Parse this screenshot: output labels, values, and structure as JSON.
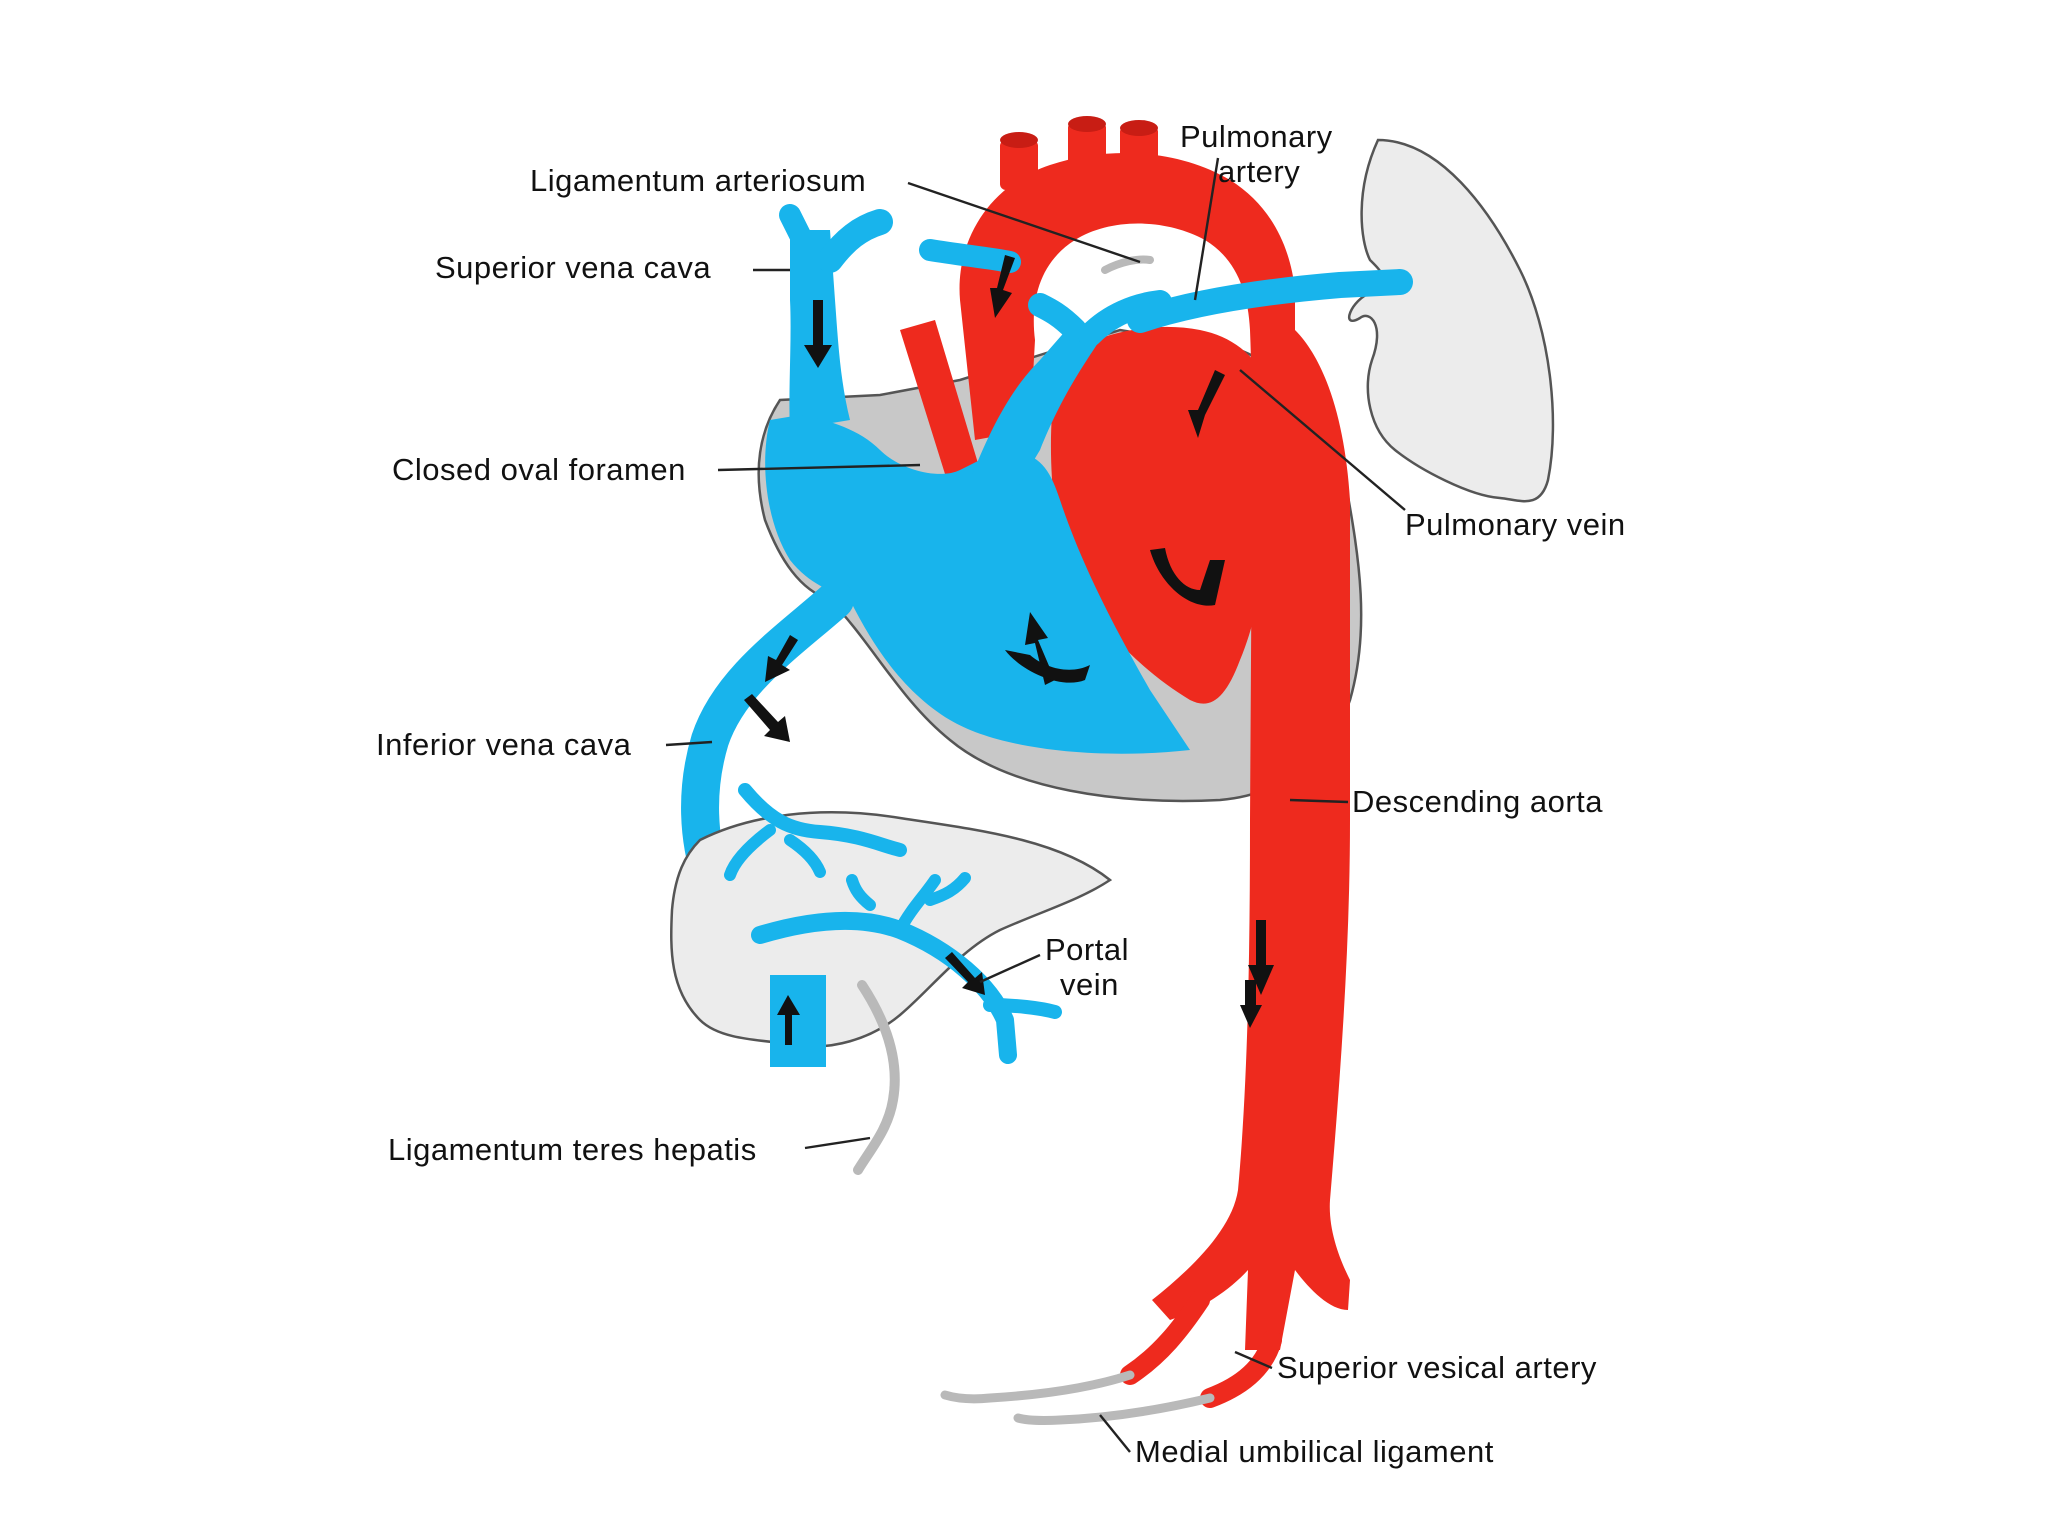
{
  "diagram": {
    "colors": {
      "venous": "#18b4ec",
      "arterial": "#ee2a1e",
      "ligament": "#b9b9b9",
      "organ": "#ececec"
    },
    "labels": {
      "pulmonary_artery_line1": "Pulmonary",
      "pulmonary_artery_line2": "artery",
      "ligamentum_arteriosum": "Ligamentum arteriosum",
      "superior_vena_cava": "Superior vena cava",
      "closed_oval_foramen": "Closed oval foramen",
      "pulmonary_vein": "Pulmonary vein",
      "inferior_vena_cava": "Inferior vena cava",
      "descending_aorta": "Descending aorta",
      "portal_vein_line1": "Portal",
      "portal_vein_line2": "vein",
      "ligamentum_teres_hepatis": "Ligamentum teres hepatis",
      "superior_vesical_artery": "Superior vesical artery",
      "medial_umbilical_ligament": "Medial umbilical ligament"
    }
  }
}
